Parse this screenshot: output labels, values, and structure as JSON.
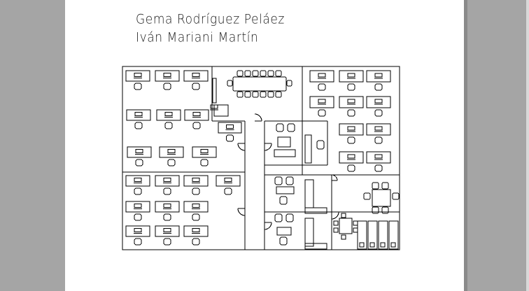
{
  "window": {
    "background_color": "#a5a5a5",
    "sheet_color": "#ffffff",
    "line_color": "#000000"
  },
  "title_block": {
    "line1": "Gema Rodríguez Peláez",
    "line2": "Iván Mariani Martín"
  },
  "drawing": {
    "type": "office-floor-plan",
    "furniture": [
      "desk",
      "office-chair",
      "conference-table",
      "meeting-table",
      "storage-cabinet",
      "door-swing"
    ]
  }
}
